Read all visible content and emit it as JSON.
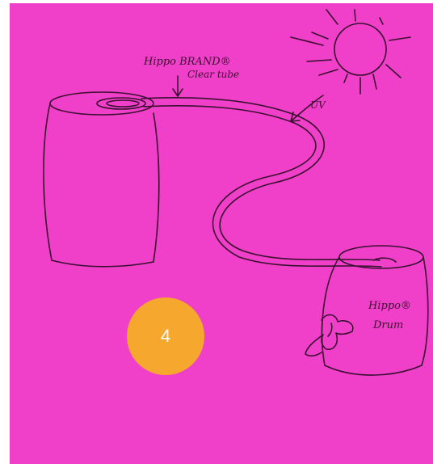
{
  "sketch": {
    "note_color": "#f03fc8",
    "ink_color": "#3a1030",
    "labels": {
      "tube_line1": "Hippo BRAND®",
      "tube_line2": "Clear tube",
      "uv": "UV",
      "drum_line1": "Hippo®",
      "drum_line2": "Drum"
    }
  },
  "badge": {
    "number": "4",
    "color": "#f6a72e"
  }
}
